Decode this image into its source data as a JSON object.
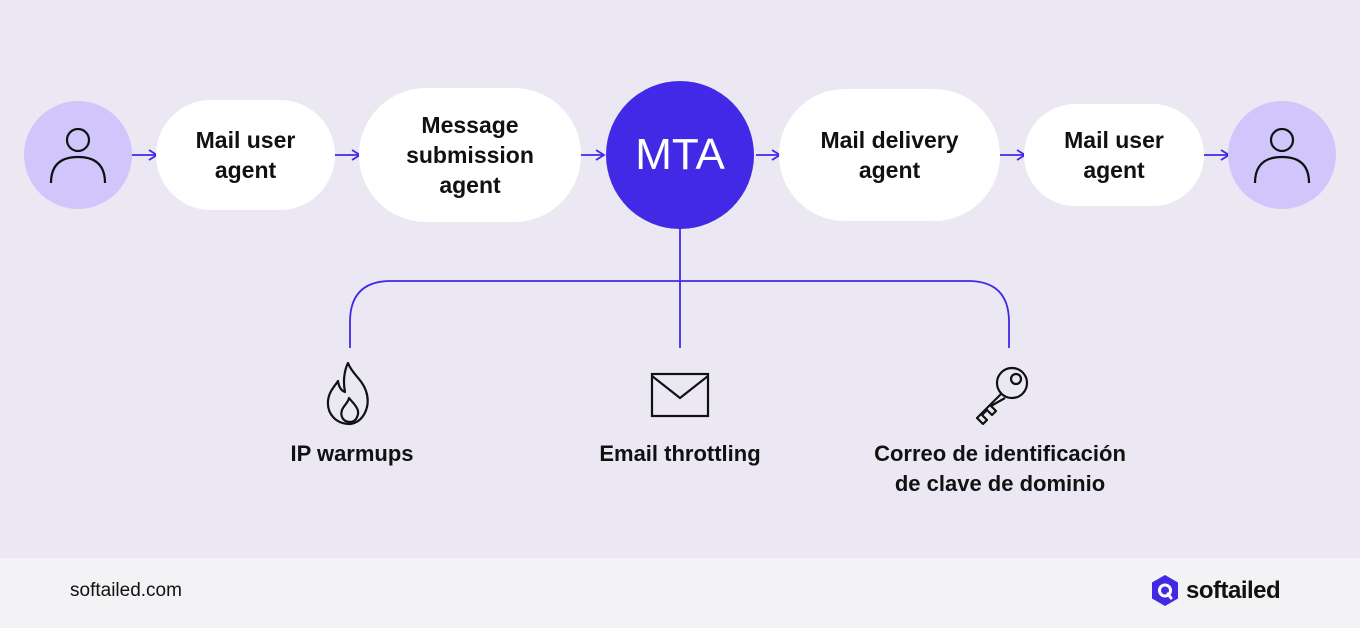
{
  "colors": {
    "background": "#ebe8f3",
    "accent": "#4229e6",
    "person_fill": "#d1c6fb",
    "node_fill": "#ffffff",
    "footer": "#f3f3f5"
  },
  "flow": {
    "sender_icon": "person-icon",
    "steps": [
      {
        "label": "Mail user agent",
        "lines": [
          "Mail user",
          "agent"
        ]
      },
      {
        "label": "Message submission agent",
        "lines": [
          "Message",
          "submission",
          "agent"
        ]
      },
      {
        "label": "MTA"
      },
      {
        "label": "Mail delivery agent",
        "lines": [
          "Mail delivery",
          "agent"
        ]
      },
      {
        "label": "Mail user agent",
        "lines": [
          "Mail user",
          "agent"
        ]
      }
    ],
    "recipient_icon": "person-icon"
  },
  "features": [
    {
      "icon": "flame-icon",
      "lines": [
        "IP warmups"
      ]
    },
    {
      "icon": "envelope-icon",
      "lines": [
        "Email throttling"
      ]
    },
    {
      "icon": "key-icon",
      "lines": [
        "Correo de identificación",
        "de clave de dominio"
      ]
    }
  ],
  "footer": {
    "url": "softailed.com",
    "brand": "softailed"
  }
}
